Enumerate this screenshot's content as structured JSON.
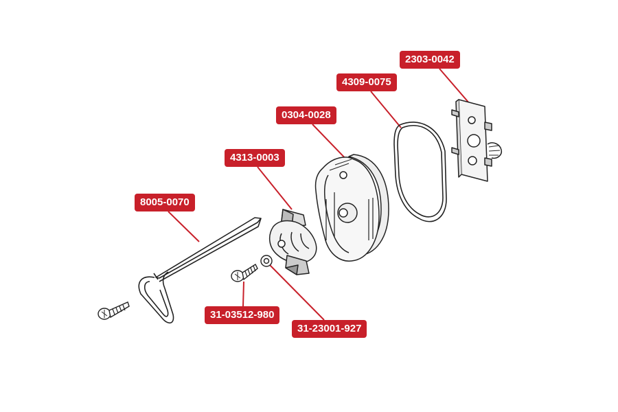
{
  "diagram": {
    "colors": {
      "label_bg": "#c8202a",
      "label_text": "#ffffff",
      "leader": "#c8202a",
      "line_art": "#222222"
    },
    "parts": [
      {
        "id": "cover_plate",
        "part_number": "2303-0042"
      },
      {
        "id": "gasket",
        "part_number": "4309-0075"
      },
      {
        "id": "housing",
        "part_number": "0304-0028"
      },
      {
        "id": "knob",
        "part_number": "4313-0003"
      },
      {
        "id": "rod",
        "part_number": "8005-0070"
      },
      {
        "id": "screw",
        "part_number": "31-03512-980"
      },
      {
        "id": "washer",
        "part_number": "31-23001-927"
      }
    ]
  }
}
